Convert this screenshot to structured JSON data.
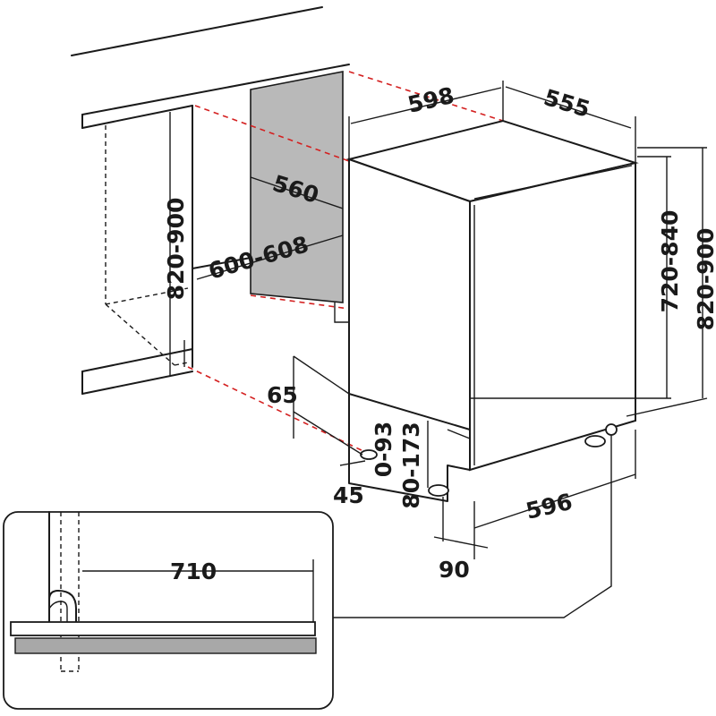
{
  "dimensions": {
    "cabinet_depth": "598",
    "appliance_depth": "555",
    "niche_inner_depth": "560",
    "niche_width": "600-608",
    "niche_height_left": "820-900",
    "appliance_height": "720-840",
    "total_height": "820-900",
    "plinth_height": "65",
    "plinth_offset": "45",
    "plinth_adjust": "0-93",
    "foot_height": "80-173",
    "appliance_width": "596",
    "foot_depth": "90",
    "detail_clearance": "710"
  },
  "colors": {
    "line": "#1a1a1a",
    "hidden_edge": "#d42020",
    "panel_fill": "#b9b9b9",
    "door_fill": "#ffffff",
    "counter_fill": "#a8a8a8"
  }
}
